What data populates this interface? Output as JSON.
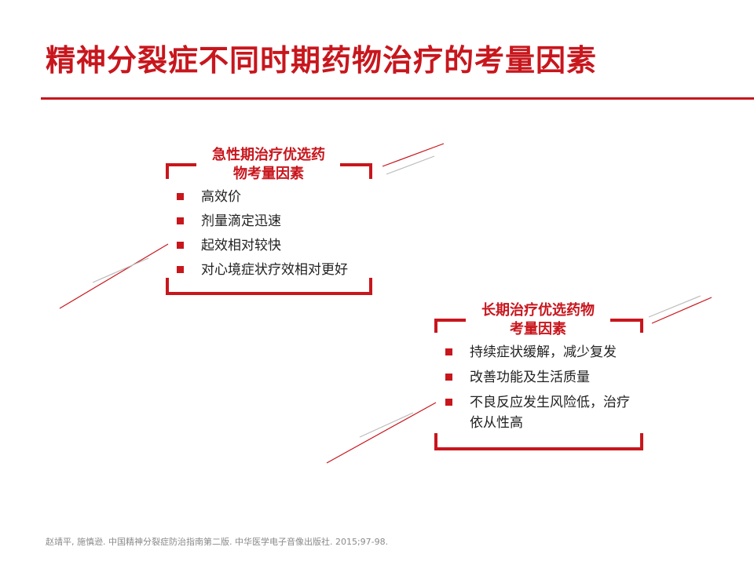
{
  "title": "精神分裂症不同时期药物治疗的考量因素",
  "accent_color": "#c8161d",
  "acute": {
    "heading_line1": "急性期治疗优选药",
    "heading_line2": "物考量因素",
    "items": [
      "高效价",
      "剂量滴定迅速",
      "起效相对较快",
      "对心境症状疗效相对更好"
    ]
  },
  "long_term": {
    "heading_line1": "长期治疗优选药物",
    "heading_line2": "考量因素",
    "items": [
      "持续症状缓解，减少复发",
      "改善功能及生活质量",
      "不良反应发生风险低，治疗依从性高"
    ]
  },
  "reference": "赵靖平, 施慎逊. 中国精神分裂症防治指南第二版. 中华医学电子音像出版社. 2015;97-98."
}
